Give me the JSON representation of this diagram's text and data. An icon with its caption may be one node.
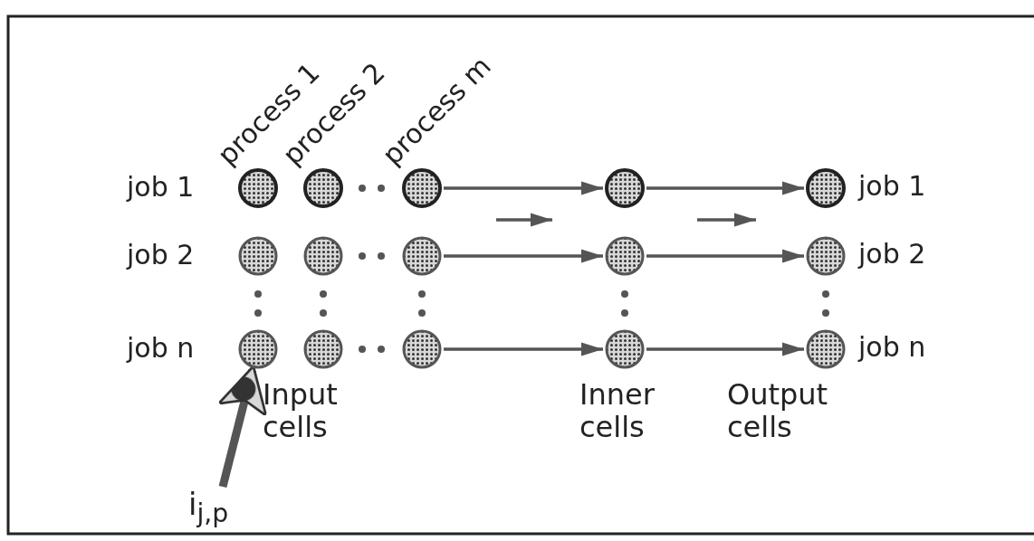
{
  "diagram": {
    "nodes": [
      {
        "text": [],
        "shape": "circle"
      },
      {
        "text": [],
        "shape": "circle"
      },
      {
        "text": [],
        "shape": "circle"
      },
      {
        "text": [],
        "shape": "circle"
      },
      {
        "text": [],
        "shape": "circle"
      },
      {
        "text": [],
        "shape": "circle"
      },
      {
        "text": [],
        "shape": "circle"
      },
      {
        "text": [],
        "shape": "circle"
      },
      {
        "text": [],
        "shape": "circle"
      },
      {
        "text": [],
        "shape": "circle"
      },
      {
        "text": [],
        "shape": "circle"
      },
      {
        "text": [],
        "shape": "circle"
      },
      {
        "text": [],
        "shape": "circle",
        "beside": [
          "job 1"
        ]
      },
      {
        "text": [],
        "shape": "circle",
        "beside": [
          "job 2"
        ]
      },
      {
        "text": [],
        "shape": "circle",
        "beside": [
          "job n"
        ]
      },
      {
        "text": [
          "i$_{j,p}$"
        ]
      }
    ],
    "edges": [
      {
        "from": 2,
        "to": 9,
        "arrow": "to"
      },
      {
        "from": 5,
        "to": 10,
        "arrow": "to"
      },
      {
        "from": 8,
        "to": 11,
        "arrow": "to"
      },
      {
        "from": 9,
        "to": 12,
        "arrow": "to"
      },
      {
        "from": 10,
        "to": 13,
        "arrow": "to"
      },
      {
        "from": 11,
        "to": 14,
        "arrow": "to"
      },
      {
        "from": 15,
        "to": 6,
        "arrow": "to",
        "style": "thick"
      }
    ],
    "labels": [
      "process 1",
      "process 2",
      "process m",
      "job 1",
      "job 2",
      "job n",
      "Input cells",
      "Inner cells",
      "Output cells"
    ]
  }
}
